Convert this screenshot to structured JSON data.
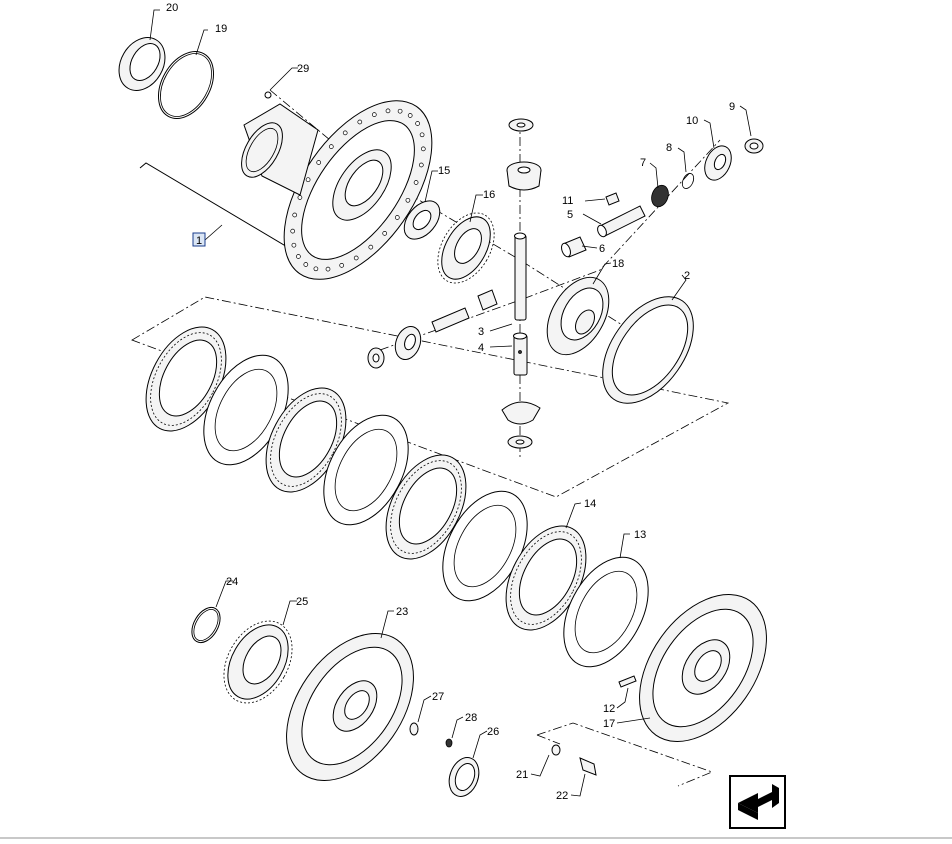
{
  "diagram": {
    "callouts": [
      "1",
      "2",
      "3",
      "4",
      "5",
      "6",
      "7",
      "8",
      "9",
      "10",
      "11",
      "12",
      "13",
      "14",
      "15",
      "16",
      "17",
      "18",
      "19",
      "20",
      "21",
      "22",
      "23",
      "24",
      "25",
      "26",
      "27",
      "28",
      "29"
    ],
    "nav_icon": "next-page-arrow-icon"
  }
}
